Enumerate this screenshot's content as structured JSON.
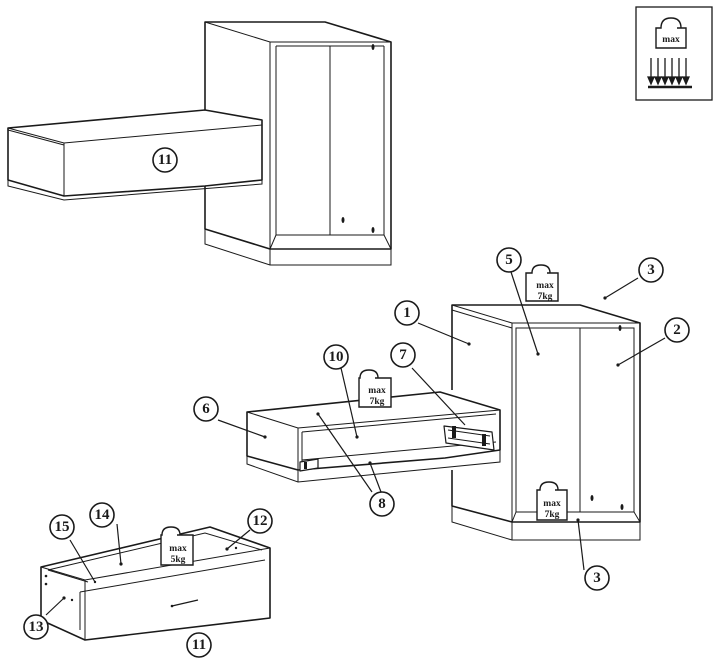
{
  "callouts": {
    "c1": "1",
    "c2": "2",
    "c3a": "3",
    "c3b": "3",
    "c5": "5",
    "c6": "6",
    "c7": "7",
    "c8": "8",
    "c10": "10",
    "c11top": "11",
    "c11bot": "11",
    "c12": "12",
    "c13": "13",
    "c14": "14",
    "c15": "15"
  },
  "weights": {
    "legend": {
      "line1": "max"
    },
    "top": {
      "line1": "max",
      "line2": "7kg"
    },
    "drawer_box": {
      "line1": "max",
      "line2": "7kg"
    },
    "bottom_shelf": {
      "line1": "max",
      "line2": "7kg"
    },
    "drawer": {
      "line1": "max",
      "line2": "5kg"
    }
  }
}
